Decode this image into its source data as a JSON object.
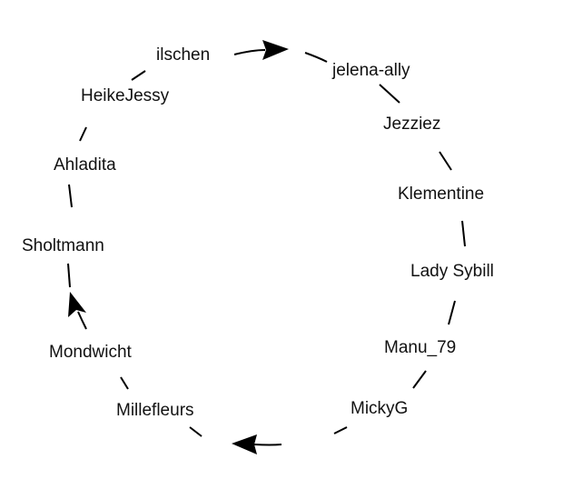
{
  "diagram": {
    "type": "cycle",
    "direction": "clockwise",
    "colors": {
      "line": "#000000",
      "text": "#111111",
      "background": "#ffffff"
    },
    "nodes": [
      "ilschen",
      "jelena-ally",
      "Jezziez",
      "Klementine",
      "Lady Sybill",
      "Manu_79",
      "MickyG",
      "Millefleurs",
      "Mondwicht",
      "Sholtmann",
      "Ahladita",
      "HeikeJessy"
    ]
  }
}
